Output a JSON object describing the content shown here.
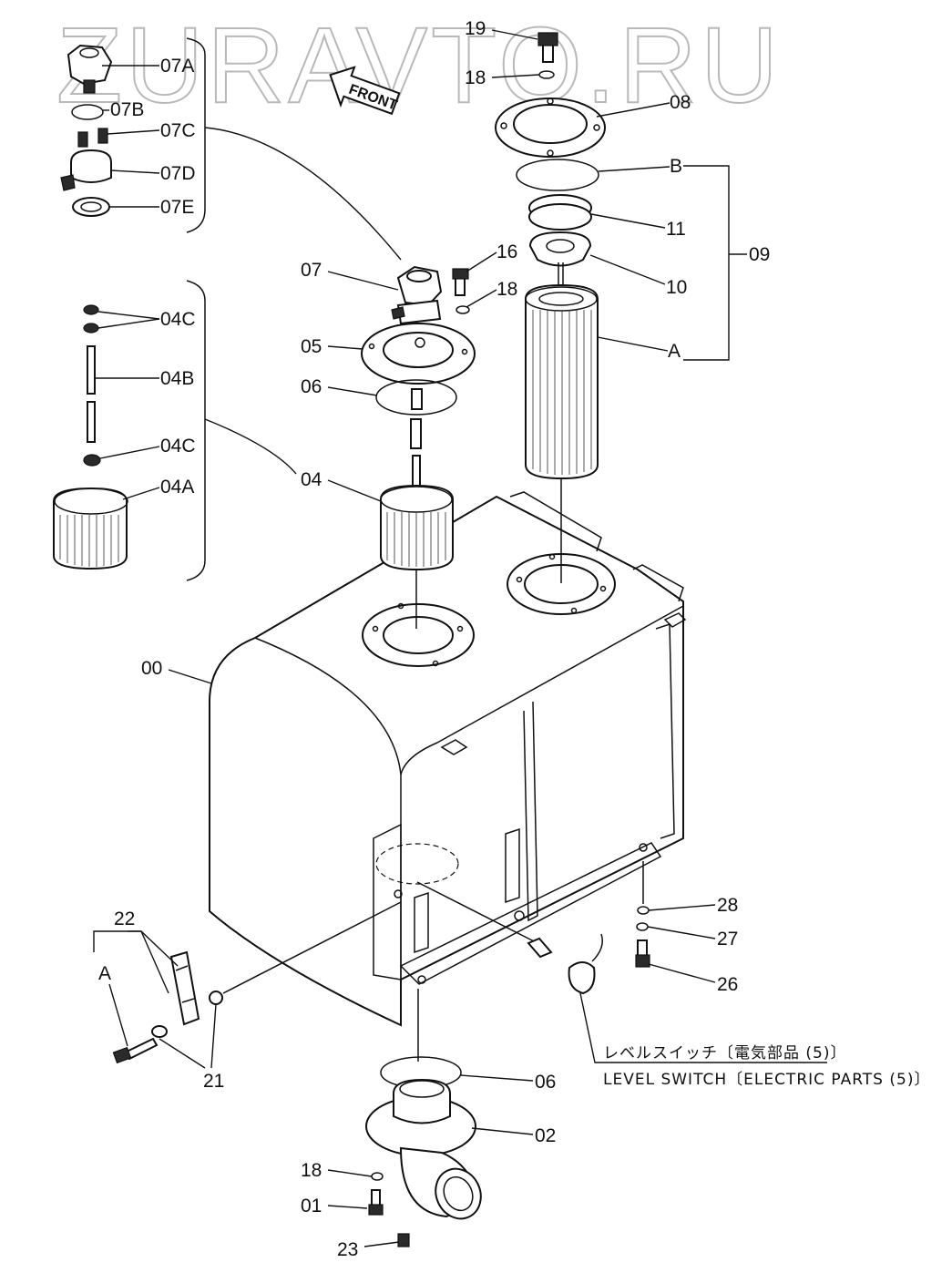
{
  "watermark": "ZURAVTO.RU",
  "direction_arrow": "FRONT",
  "labels": {
    "p07A": "07A",
    "p07B": "07B",
    "p07C": "07C",
    "p07D": "07D",
    "p07E": "07E",
    "p19": "19",
    "p18a": "18",
    "p08": "08",
    "pB": "B",
    "p11": "11",
    "p10": "10",
    "p09": "09",
    "pA1": "A",
    "p16": "16",
    "p18b": "18",
    "p07": "07",
    "p05": "05",
    "p06a": "06",
    "p04C1": "04C",
    "p04B": "04B",
    "p04C2": "04C",
    "p04": "04",
    "p04A": "04A",
    "p00": "00",
    "p22": "22",
    "pA2": "A",
    "p21": "21",
    "p28": "28",
    "p27": "27",
    "p26": "26",
    "p06b": "06",
    "p02": "02",
    "p18c": "18",
    "p01": "01",
    "p23": "23"
  },
  "level_switch": {
    "caption_jp": "レベルスイッチ〔電気部品 (5)〕",
    "caption_en": "LEVEL SWITCH〔ELECTRIC PARTS (5)〕"
  }
}
